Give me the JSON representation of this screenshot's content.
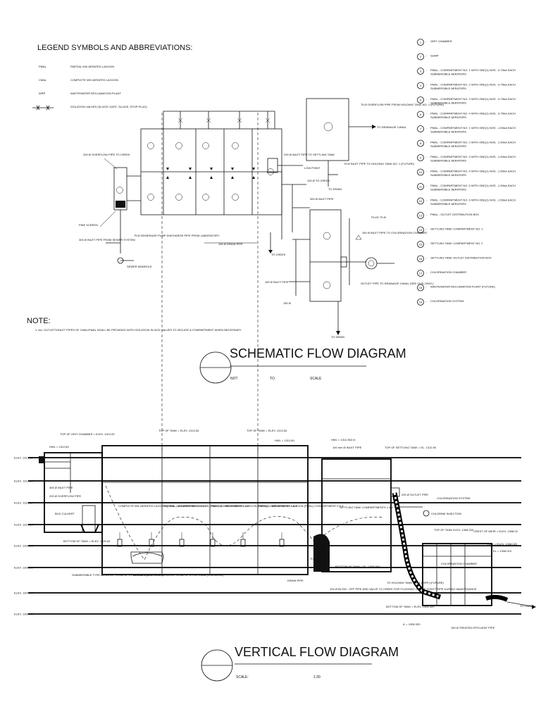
{
  "legend": {
    "title": "LEGEND SYMBOLS AND ABBREVIATIONS:",
    "items": [
      {
        "abbr": "PMAL",
        "desc": "PARTIAL MIX AERATED LAGOON"
      },
      {
        "abbr": "CMAL",
        "desc": "COMPLETE MIX AERATED LAGOON"
      },
      {
        "abbr": "WRP",
        "desc": "WASTEWATER RECLAMATION PLANT"
      },
      {
        "abbr": "",
        "desc": "ISOLATION VALVES (SLUICE GATE, SLUICE, STOP PLUG)"
      }
    ]
  },
  "key": [
    {
      "n": "1",
      "text": "GRIT CHAMBER"
    },
    {
      "n": "2",
      "text": "SUMP"
    },
    {
      "n": "3",
      "text": "PMAL - COMPARTMENT NO. 1 WITH ONE(1) NOS. -3.75kw EACH SUBMERSIBLE AERATORS"
    },
    {
      "n": "4",
      "text": "PMAL - COMPARTMENT NO. 2 WITH ONE(1) NOS. -3.75kw EACH SUBMERSIBLE AERATORS"
    },
    {
      "n": "5",
      "text": "PMAL - COMPARTMENT NO. 3 WITH ONE(1) NOS. -3.75kw EACH SUBMERSIBLE AERATORS"
    },
    {
      "n": "6",
      "text": "PMAL - COMPARTMENT NO. 4 WITH ONE(1) NOS. -3.75kw EACH SUBMERSIBLE AERATORS"
    },
    {
      "n": "7",
      "text": "PMAL - COMPARTMENT NO. 1 WITH ONE(1) NOS. -1.50kw EACH SUBMERSIBLE AERATORS"
    },
    {
      "n": "8",
      "text": "PMAL - COMPARTMENT NO. 2 WITH ONE(1) NOS. -1.50kw EACH SUBMERSIBLE AERATORS"
    },
    {
      "n": "9",
      "text": "PMAL - COMPARTMENT NO. 3 WITH ONE(1) NOS. -1.50kw EACH SUBMERSIBLE AERATORS"
    },
    {
      "n": "10",
      "text": "PMAL - COMPARTMENT NO. 4 WITH ONE(1) NOS. -1.50kw EACH SUBMERSIBLE AERATORS"
    },
    {
      "n": "11",
      "text": "PMAL - COMPARTMENT NO. 5 WITH ONE(1) NOS. -1.50kw EACH SUBMERSIBLE AERATORS"
    },
    {
      "n": "12",
      "text": "PMAL - COMPARTMENT NO. 6 WITH ONE(1) NOS. -1.50kw EACH SUBMERSIBLE AERATORS"
    },
    {
      "n": "13",
      "text": "PMAL - OUTLET DISTRIBUTION BOX"
    },
    {
      "n": "14",
      "text": "SETTLING TANK COMPARTMENT NO. 1"
    },
    {
      "n": "15",
      "text": "SETTLING TANK COMPARTMENT NO. 2"
    },
    {
      "n": "16",
      "text": "SETTLING TANK OUTLET DISTRIBUTION BOX"
    },
    {
      "n": "17",
      "text": "CHLORINATION CHAMBER"
    },
    {
      "n": "18",
      "text": "WASTEWATER RECLAMATION PLANT (FUTURE)"
    },
    {
      "n": "19",
      "text": "CHLORINATION SYSTEM"
    }
  ],
  "schematic": {
    "labels": {
      "overflow_creek": "200 Ø OVERFLOW PIPE TO CREEK",
      "fine_screen": "FINE SCREEN",
      "inlet_sewer": "300 Ø INLET PIPE FROM SEWER SYSTEM",
      "sewer_manhole": "SEWER MANHOLE",
      "pump_discharge": "75 Ø SEWERAGE PUMP DISCHARGE PIPE FROM LABORATORY",
      "drain_pipe": "150 Ø DRAIN PIPE",
      "inlet_settling": "200 Ø INLET PIPE TO SETTLING TANK",
      "low_point": "LOW POINT",
      "to_creek_1": "100 Ø TO CREEK",
      "inlet_300": "300 Ø INLET PIPE",
      "overflow_holding": "75 Ø OVERFLOW PIPE FROM HOLDING TANK NO. 1 (FUTURE)",
      "to_drainage_canal": "TO DRAINAGE CANAL",
      "inlet_holding": "75 Ø INLET PIPE TO HOLDING TANK NO. 1 (FUTURE)",
      "to_drain_1": "TO DRAIN",
      "plug": "PLUG 75 Ø",
      "inlet_chlor": "150 Ø INLET PIPE TO CHLORINATION CHAMBER",
      "to_creek_2": "TO CREEK",
      "inlet_150": "150 Ø INLET PIPE",
      "outlet_canal": "OUTLET PIPE TO DRAINAGE CANAL (SEE CIVIL DWG.)",
      "pipe_150": "150 Ø",
      "to_drain_2": "TO DRAIN"
    }
  },
  "note": {
    "title": "NOTE:",
    "text": "1.  ALL OUTLETS/INLET PIPES OF CMAL/PMAL SHALL BE PROVIDED WITH ISOLATION SLUICE VALVES TO ISOLATE A COMPARTMENT WHEN NECESSARY."
  },
  "title_schematic": {
    "title": "SCHEMATIC FLOW DIAGRAM",
    "not": "NOT",
    "to": "TO",
    "scale": "SCALE"
  },
  "vertical": {
    "elevations": [
      "ELEV. 1313.00",
      "ELEV. 1312.00",
      "ELEV. 1311.00",
      "ELEV. 1310.00",
      "ELEV. 1309.00",
      "ELEV. 1308.00",
      "ELEV. 1307.00",
      "ELEV. 1306.00"
    ],
    "labels": {
      "top_grit": "TOP OF GRIT CHAMBER = ELEV. 1313.00",
      "top_tank_1": "TOP OF TANK = ELEV. 1313.00",
      "top_tank_2": "TOP OF TANK = ELEV. 1313.00",
      "hwl_1": "HWL = 1312.60",
      "hwl_2": "HWL = 1312.60",
      "hwl_3": "HWL = 1312.363 m",
      "inlet_100": "100 mm Ø INLET PIPE",
      "top_settling": "TOP OF SETTLING TANK = EL. 1312.50",
      "inlet_300": "300 Ø INLET PIPE",
      "overflow_200": "200 Ø OVERFLOW PIPE",
      "box_culvert": "BOX CULVERT",
      "bottom_tank_1": "BOTTOM OF TANK = ELEV. 1309.00",
      "cmal_1": "COMPLETE MIX AERATED LAGOON (CMAL) COMPARTMENT 1 & 2",
      "pmal_1": "PARTIAL - MIX AERATED LAGOON (PMAL) COMPARTMENT 1 & 2",
      "pmal_2": "PARTIAL - MIX AERATED LAGOON (PMAL) COMPARTMENT 3 & 4",
      "pmal_3": "PARTIAL - MIX AERATED LAGOON (PMAL) COMPARTMENT 5 & 6",
      "settling": "SETTLING TANK COMPARTMENTS 1 & 2",
      "aerator_1": "SUBMERSIBLE TYPE AERATOR TOTAL OF 2 FOR CMAL (3.75 kw ea.)",
      "aerator_2": "SUBMERSIBLE TYPE AERATOR TOTAL OF 6 FOR CMAL (1.50 kw ea.)",
      "drain_pipe": "DRAIN PIPE",
      "blowoff": "100 Ø BLOW - OFF PIPE AND VALVE TO CREEK FOR FLUSHING OF THE TOILET PIPE DURING MAINTENANCE",
      "bottom_settling": "BOTTOM OF TANK = EL. 1308.000",
      "to_creek": "TO CREEK",
      "outlet_200": "200 Ø OUTLET PIPE",
      "chlorination_system": "CHLORINATION SYSTEM",
      "chlorine_injection": "CHLORINE INJECTION",
      "top_tank_chlor": "TOP OF TANK ELEV. 1308.320",
      "crest_weir": "CREST OF WEIR = ELEV. 1308.02",
      "hwl_chlor": "HWL = ELEV. 1308.020",
      "el_chlor": "EL = 1308.010",
      "chlor_chamber": "CHLORINATION CHAMBER",
      "holding": "TO HOLDING TANK NO. 1 (WRP) (FUTURE)",
      "bottom_chlor": "BOTTOM OF TANK = ELEV. 1306.320",
      "il_bottom": "IL = 1306.320",
      "to_creek_2": "TO CREEK",
      "effluent": "150 Ø TREATED EFFLUENT PIPE"
    }
  },
  "title_vertical": {
    "title": "VERTICAL FLOW DIAGRAM",
    "scale_label": "SCALE:",
    "scale_value": "1:30"
  }
}
